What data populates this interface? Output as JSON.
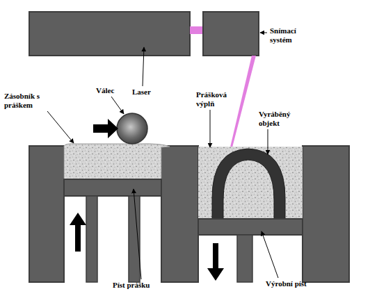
{
  "diagram": {
    "labels": [
      "Laser",
      "Snímací systém",
      "Zásobník s práškem",
      "Válec",
      "Prášková výplň",
      "Vyráběný objekt",
      "Píst prášku",
      "Výrobní píst"
    ]
  }
}
